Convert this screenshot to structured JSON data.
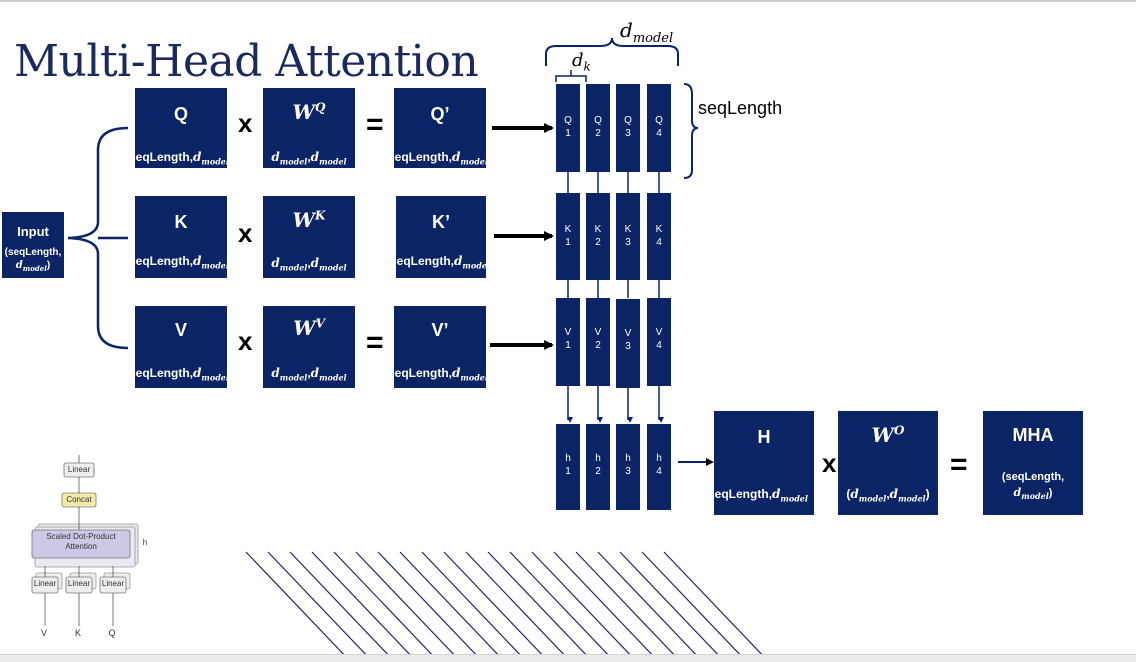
{
  "title": "Multi-Head Attention",
  "input": {
    "label": "Input",
    "shape": "(seqLength,",
    "shape_math": "d",
    "shape_sub": "model",
    "shape_close": ")"
  },
  "rows": [
    {
      "name": "Q",
      "weight": "W",
      "weight_sup": "Q",
      "result": "Q’",
      "has_equals": true
    },
    {
      "name": "K",
      "weight": "W",
      "weight_sup": "K",
      "result": "K’",
      "has_equals": false
    },
    {
      "name": "V",
      "weight": "W",
      "weight_sup": "V",
      "result": "V’",
      "has_equals": true
    }
  ],
  "shape_seq": "seqLength,",
  "shape_dmodel": "d",
  "shape_dmodel_sub": "model",
  "shape_weight_open": "(",
  "operators": {
    "times": "x",
    "equals": "="
  },
  "heads": {
    "q": [
      {
        "a": "Q",
        "b": "1"
      },
      {
        "a": "Q",
        "b": "2"
      },
      {
        "a": "Q",
        "b": "3"
      },
      {
        "a": "Q",
        "b": "4"
      }
    ],
    "k": [
      {
        "a": "K",
        "b": "1"
      },
      {
        "a": "K",
        "b": "2"
      },
      {
        "a": "K",
        "b": "3"
      },
      {
        "a": "K",
        "b": "4"
      }
    ],
    "v": [
      {
        "a": "V",
        "b": "1"
      },
      {
        "a": "V",
        "b": "2"
      },
      {
        "a": "V",
        "b": "3"
      },
      {
        "a": "V",
        "b": "4"
      }
    ],
    "h": [
      {
        "a": "h",
        "b": "1"
      },
      {
        "a": "h",
        "b": "2"
      },
      {
        "a": "h",
        "b": "3"
      },
      {
        "a": "h",
        "b": "4"
      }
    ]
  },
  "labels": {
    "dmodel_d": "d",
    "dmodel_sub": "model",
    "dk_d": "d",
    "dk_sub": "k",
    "seqlength": "seqLength"
  },
  "output": {
    "h_label": "H",
    "wo": "W",
    "wo_sup": "O",
    "mha": "MHA",
    "mha_shape_1": "(seqLength,",
    "mha_shape_2": "d",
    "mha_shape_2_sub": "model",
    "mha_shape_close": ")"
  },
  "mini_diagram": {
    "linear_top": "Linear",
    "concat": "Concat",
    "attention": "Scaled Dot-Product Attention",
    "h": "h",
    "linear": "Linear",
    "inputs": [
      "V",
      "K",
      "Q"
    ]
  },
  "colors": {
    "box": "#0b2466",
    "title": "#1b2a5e"
  }
}
